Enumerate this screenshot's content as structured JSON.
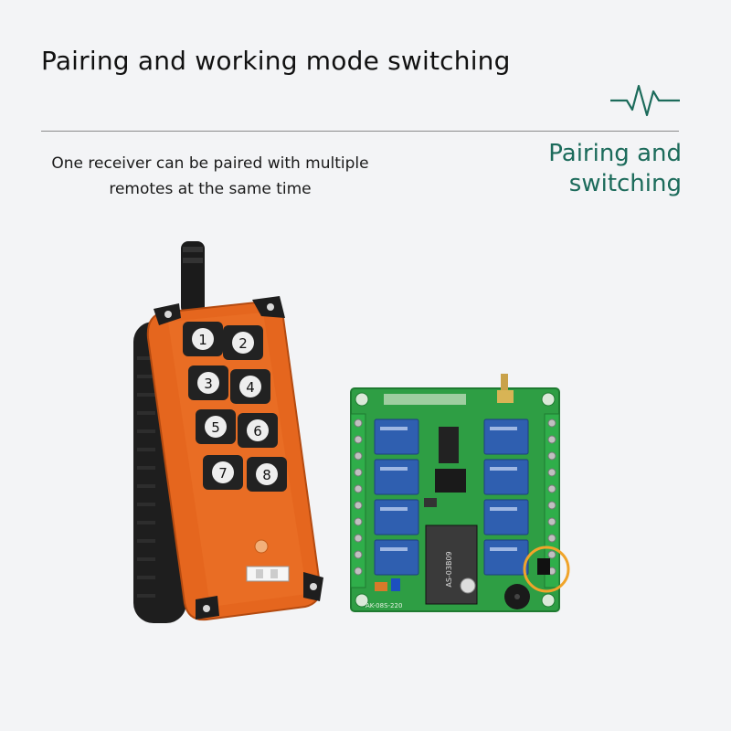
{
  "header": {
    "title": "Pairing and working mode switching",
    "subtitle": "One receiver can be paired with multiple remotes at the same time",
    "badge_line1": "Pairing and",
    "badge_line2": "switching",
    "accent_color": "#1c6b5b"
  },
  "remote": {
    "body_color": "#e5661e",
    "buttons": [
      "1",
      "2",
      "3",
      "4",
      "5",
      "6",
      "7",
      "8"
    ]
  },
  "receiver": {
    "board_color": "#2e9e44",
    "relay_color": "#2f5fb0",
    "board_label": "AK-08S-220",
    "module_label": "AS-03B09",
    "highlight_color": "#f0a42a"
  }
}
